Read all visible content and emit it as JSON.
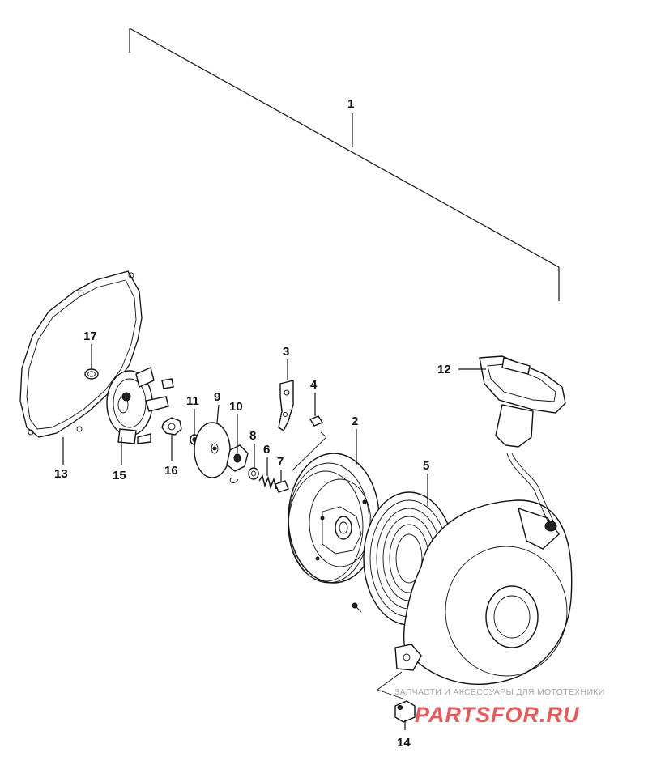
{
  "diagram": {
    "type": "exploded-parts-view",
    "callouts": [
      {
        "id": "c1",
        "label": "1"
      },
      {
        "id": "c2",
        "label": "2"
      },
      {
        "id": "c3",
        "label": "3"
      },
      {
        "id": "c4",
        "label": "4"
      },
      {
        "id": "c5",
        "label": "5"
      },
      {
        "id": "c6",
        "label": "6"
      },
      {
        "id": "c7",
        "label": "7"
      },
      {
        "id": "c8",
        "label": "8"
      },
      {
        "id": "c9",
        "label": "9"
      },
      {
        "id": "c10",
        "label": "10"
      },
      {
        "id": "c11",
        "label": "11"
      },
      {
        "id": "c12",
        "label": "12"
      },
      {
        "id": "c13",
        "label": "13"
      },
      {
        "id": "c14",
        "label": "14"
      },
      {
        "id": "c15",
        "label": "15"
      },
      {
        "id": "c16",
        "label": "16"
      },
      {
        "id": "c17",
        "label": "17"
      }
    ]
  },
  "watermark": {
    "caption": "ЗАПЧАСТИ И АКСЕССУАРЫ ДЛЯ МОТОТЕХНИКИ",
    "logo": "PARTSFOR.RU",
    "logo_color": "#e14a4a"
  }
}
